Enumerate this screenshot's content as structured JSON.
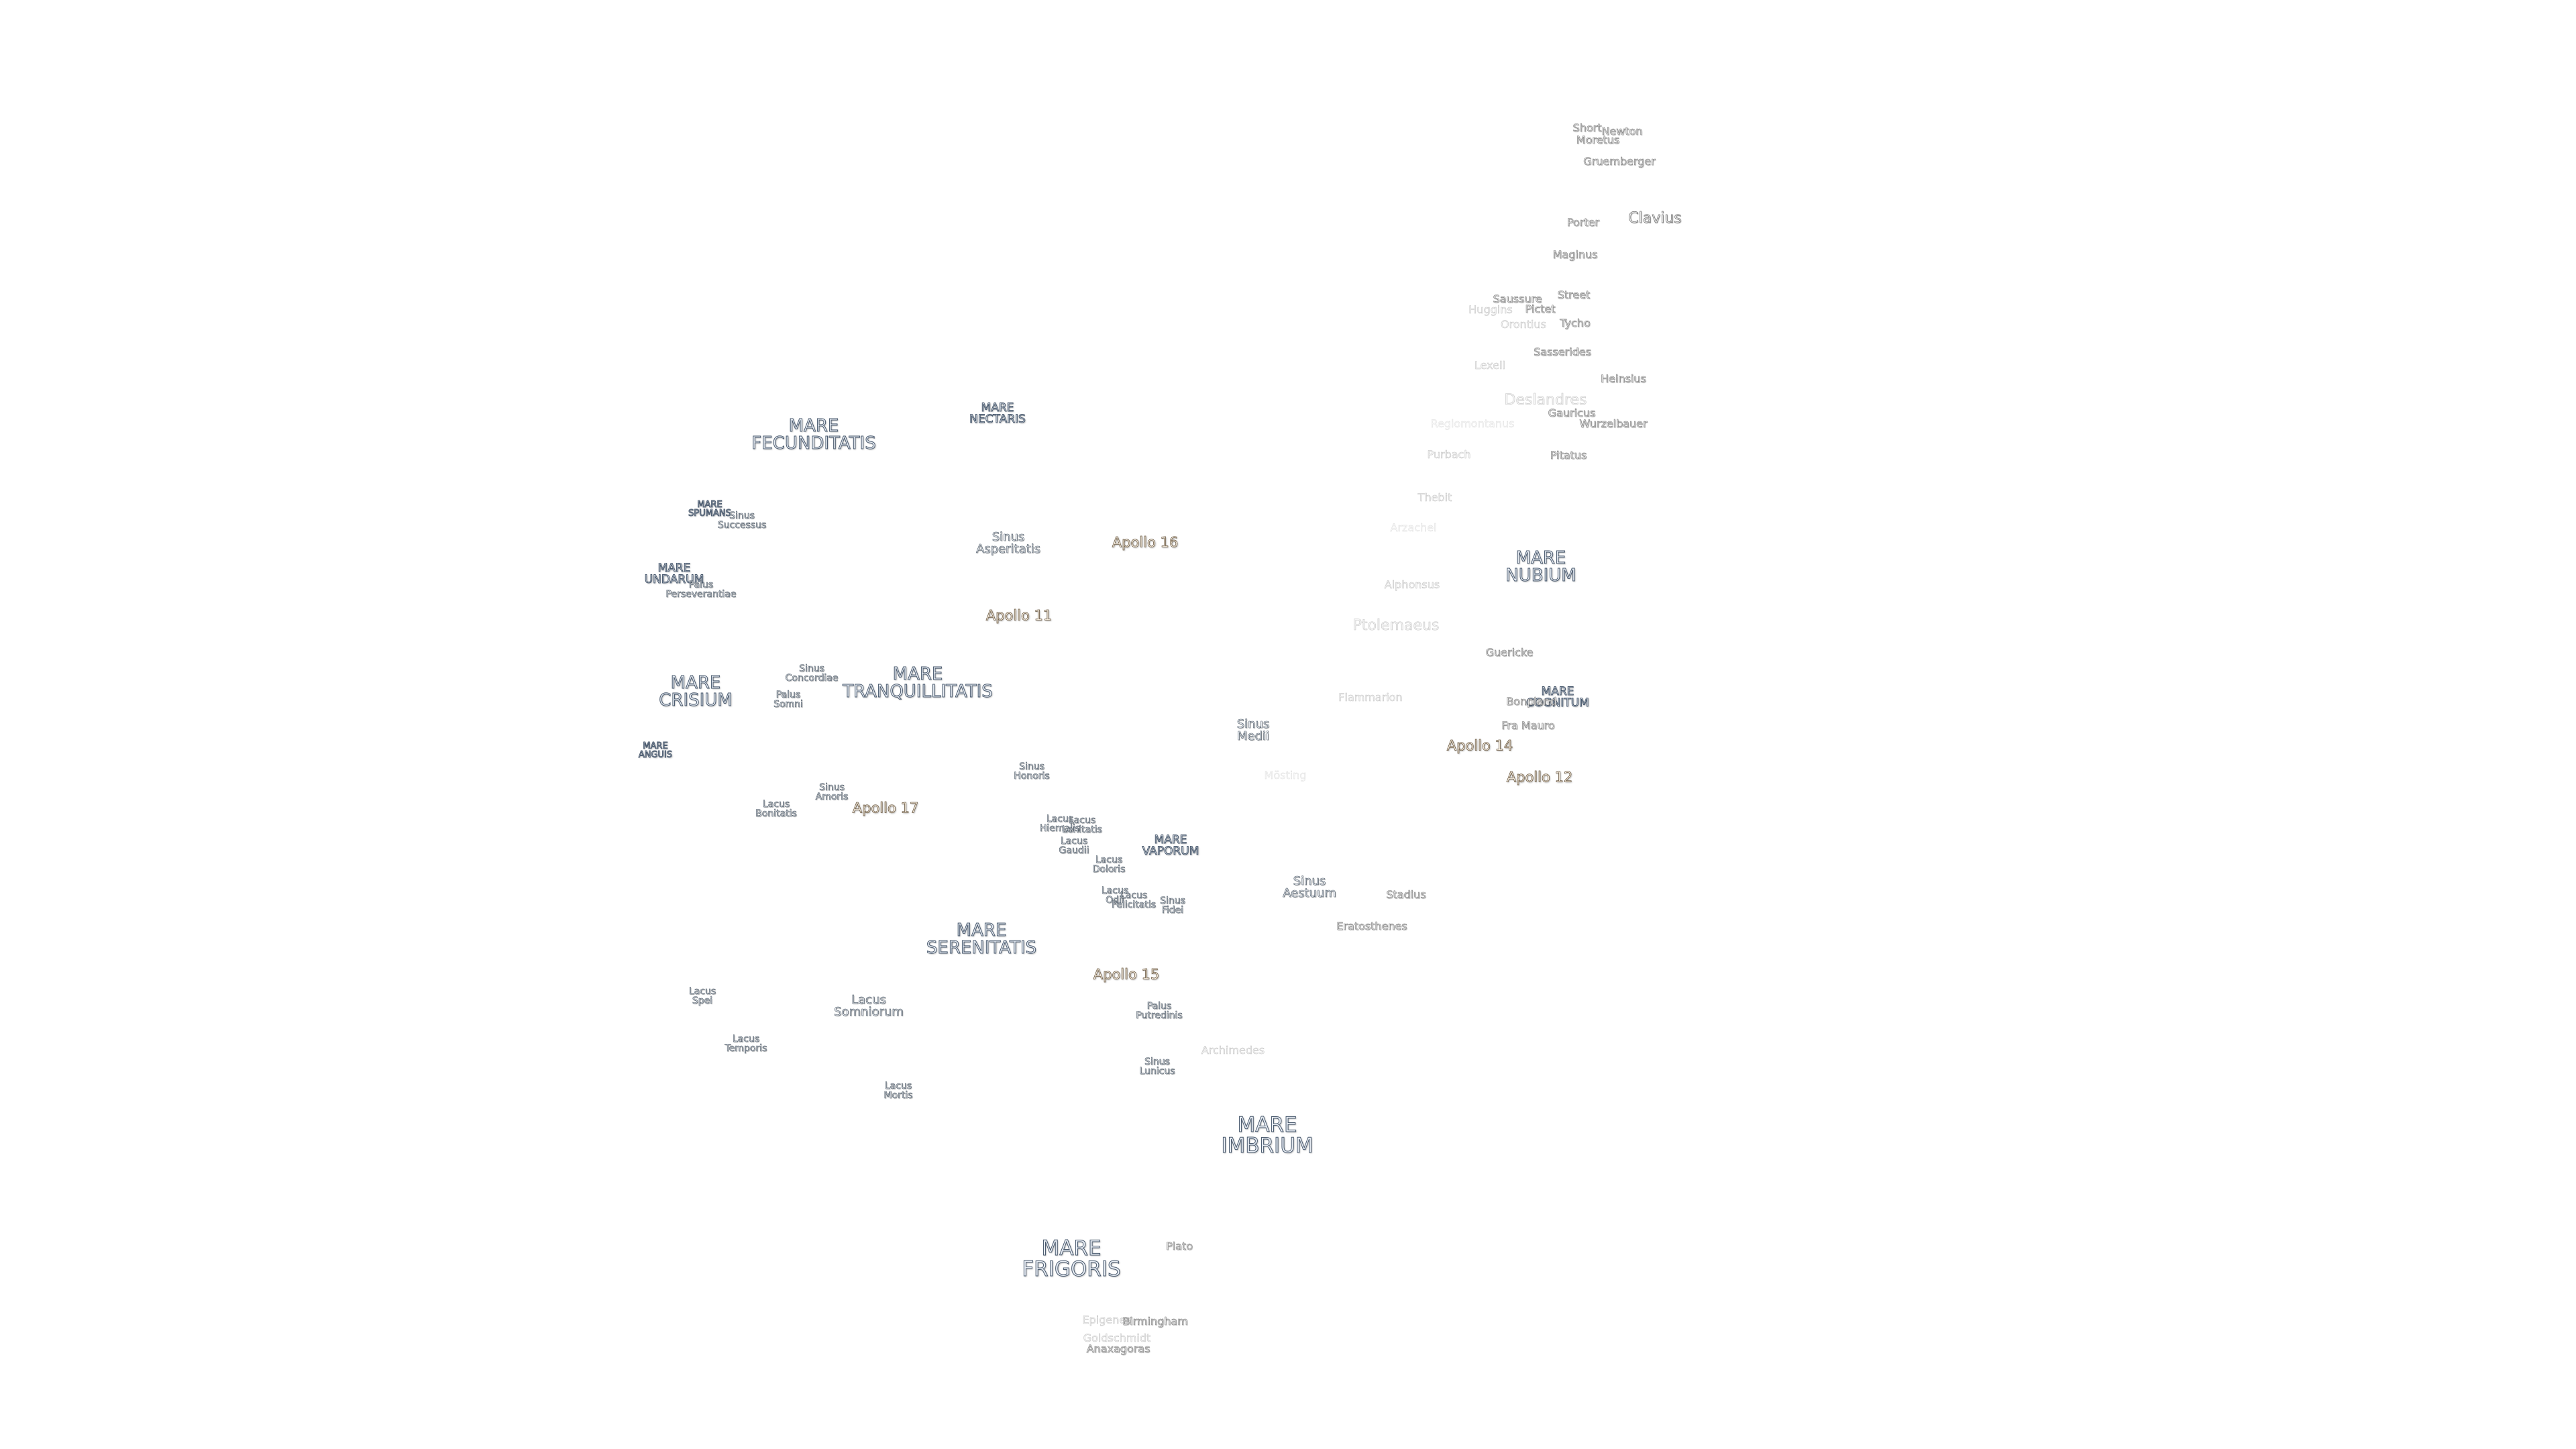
{
  "maria": {
    "fecunditatis": "MARE\nFECUNDITATIS",
    "nectaris": "MARE\nNECTARIS",
    "spumans": "MARE\nSPUMANS",
    "undarum": "MARE\nUNDARUM",
    "crisium": "MARE\nCRISIUM",
    "tranquillitatis": "MARE\nTRANQUILLITATIS",
    "anguis": "MARE\nANGUIS",
    "nubium": "MARE\nNUBIUM",
    "cognitum": "MARE\nCOGNITUM",
    "vaporum": "MARE\nVAPORUM",
    "serenitatis": "MARE\nSERENITATIS",
    "imbrium": "MARE\nIMBRIUM",
    "frigoris": "MARE\nFRIGORIS"
  },
  "minor_features": {
    "sinus_successus": "Sinus\nSuccessus",
    "sinus_asperitatis": "Sinus\nAsperitatis",
    "sinus_concordiae": "Sinus\nConcordiae",
    "palus_somni": "Palus\nSomni",
    "sinus_amoris": "Sinus\nAmoris",
    "lacus_bonitatis": "Lacus\nBonitatis",
    "sinus_honoris": "Sinus\nHonoris",
    "sinus_medii": "Sinus\nMedii",
    "sinus_aestuum": "Sinus\nAestuum",
    "lacus_hiemalis": "Lacus\nHiemalis",
    "lacus_lenitatis": "Lacus\nLenitatis",
    "lacus_gaudii": "Lacus\nGaudii",
    "lacus_doloris": "Lacus\nDoloris",
    "lacus_odii": "Lacus\nOdii",
    "lacus_felicitatis": "Lacus\nFelicitatis",
    "sinus_fidei": "Sinus\nFidei",
    "lacus_somniorum": "Lacus\nSomniorum",
    "lacus_spei": "Lacus\nSpei",
    "lacus_temporis": "Lacus\nTemporis",
    "palus_putredinis": "Palus\nPutredinis",
    "sinus_lunicus": "Sinus\nLunicus",
    "lacus_mortis": "Lacus\nMortis",
    "palus_perseverantiae": "Palus\nPerseverantiae"
  },
  "apollo": {
    "a16": "Apollo 16",
    "a11": "Apollo 11",
    "a17": "Apollo 17",
    "a14": "Apollo 14",
    "a12": "Apollo 12",
    "a15": "Apollo 15"
  },
  "craters": {
    "short": "Short",
    "newton": "Newton",
    "moretus": "Moretus",
    "gruemberger": "Gruemberger",
    "porter": "Porter",
    "clavius": "Clavius",
    "maginus": "Maginus",
    "street": "Street",
    "saussure": "Saussure",
    "huggins": "Huggins",
    "pictet": "Pictet",
    "orontius": "Orontius",
    "tycho": "Tycho",
    "sasserides": "Sasserides",
    "lexell": "Lexell",
    "heinsius": "Heinsius",
    "deslandres": "Deslandres",
    "gauricus": "Gauricus",
    "regiomontanus": "Regiomontanus",
    "wurzelbauer": "Wurzelbauer",
    "purbach": "Purbach",
    "pitatus": "Pitatus",
    "thebit": "Thebit",
    "arzachel": "Arzachel",
    "alphonsus": "Alphonsus",
    "ptolemaeus": "Ptolemaeus",
    "guericke": "Guericke",
    "flammarion": "Flammarion",
    "bonpland": "Bonpland",
    "fra_mauro": "Fra Mauro",
    "mosting": "Mösting",
    "stadius": "Stadius",
    "eratosthenes": "Eratosthenes",
    "archimedes": "Archimedes",
    "plato": "Plato",
    "epigenes": "Epigenes",
    "birmingham": "Birmingham",
    "goldschmidt": "Goldschmidt",
    "anaxagoras": "Anaxagoras"
  }
}
